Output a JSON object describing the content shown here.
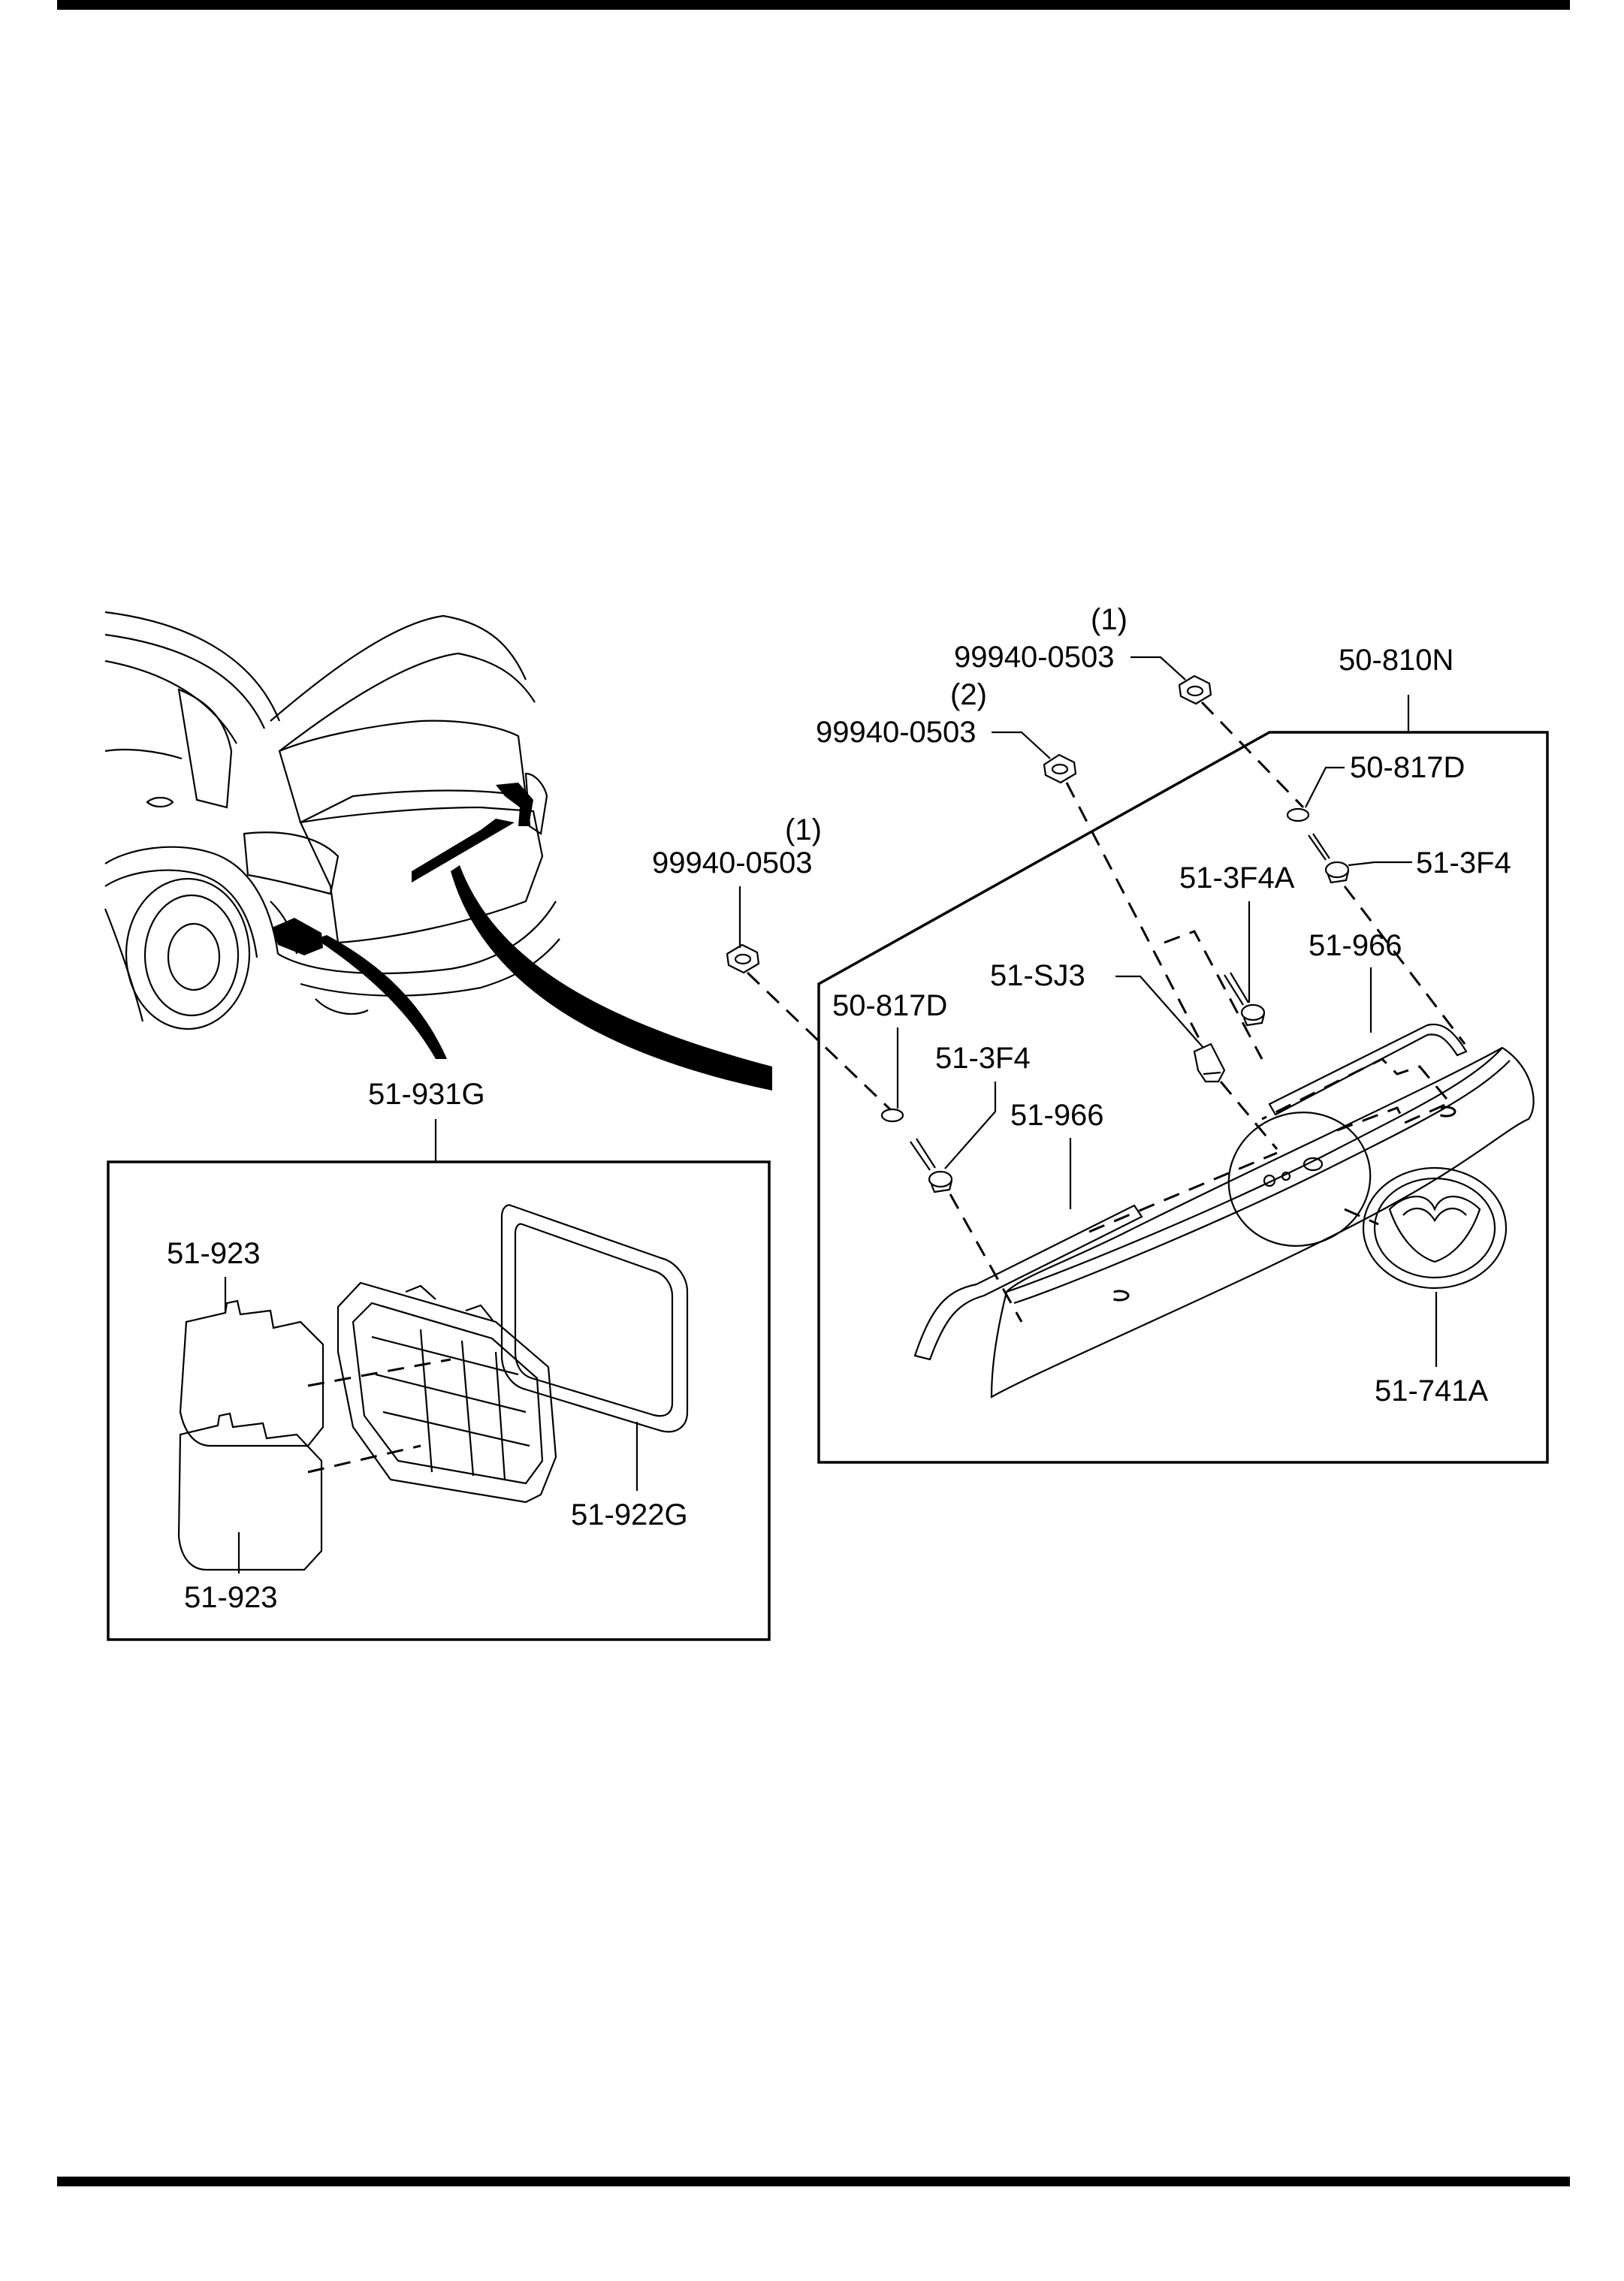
{
  "callouts": {
    "c_99940_0503_a_qty": "(1)",
    "c_99940_0503_a": "99940-0503",
    "c_50_810n": "50-810N",
    "c_99940_0503_b_qty": "(2)",
    "c_99940_0503_b": "99940-0503",
    "c_50_817d_top": "50-817D",
    "c_99940_0503_c_qty": "(1)",
    "c_99940_0503_c": "99940-0503",
    "c_51_3f4_right": "51-3F4",
    "c_51_3f4a": "51-3F4A",
    "c_51_966_right": "51-966",
    "c_51_sj3": "51-SJ3",
    "c_50_817d_left": "50-817D",
    "c_51_3f4_left": "51-3F4",
    "c_51_966_left": "51-966",
    "c_51_931g": "51-931G",
    "c_51_923_top": "51-923",
    "c_51_741a": "51-741A",
    "c_51_922g": "51-922G",
    "c_51_923_bottom": "51-923"
  }
}
